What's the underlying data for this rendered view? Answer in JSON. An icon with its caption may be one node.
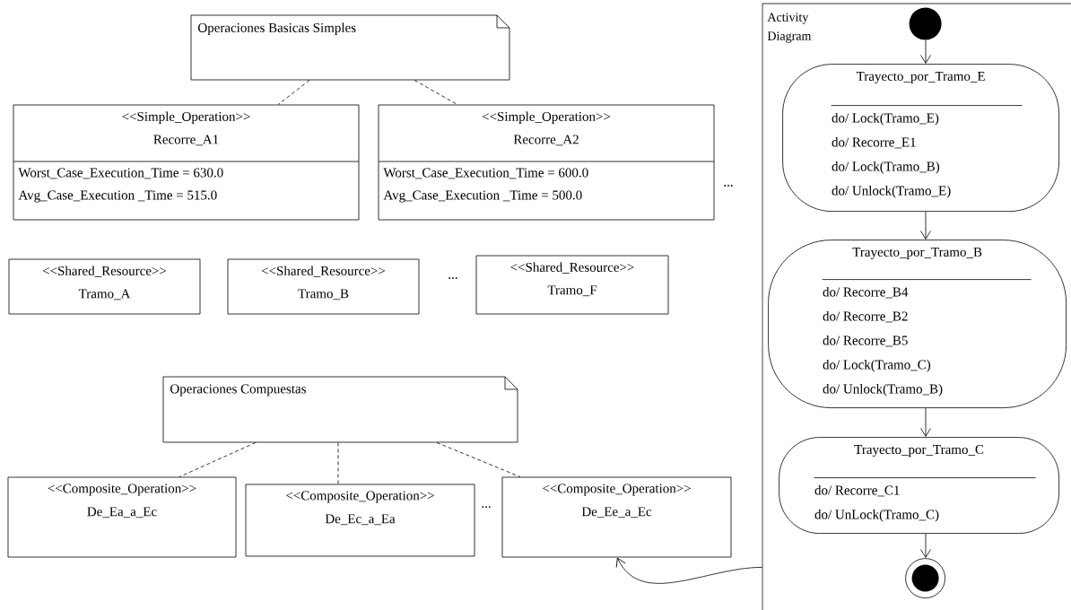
{
  "diagram": {
    "nodes": [
      {
        "text": [
          "Operaciones Basicas Simples"
        ]
      },
      {
        "text": [
          "<<Simple_Operation>>",
          "Recorre_A1",
          "Worst_Case_Execution_Time = 630.0",
          "Avg_Case_Execution _Time = 515.0"
        ]
      },
      {
        "text": [
          "<<Simple_Operation>>",
          "Recorre_A2",
          "Worst_Case_Execution_Time = 600.0",
          "Avg_Case_Execution _Time = 500.0"
        ]
      },
      {
        "text": [
          "<<Shared_Resource>>",
          "Tramo_A"
        ]
      },
      {
        "text": [
          "<<Shared_Resource>>",
          "Tramo_B"
        ]
      },
      {
        "text": [
          "<<Shared_Resource>>",
          "Tramo_F"
        ]
      },
      {
        "text": [
          "Operaciones Compuestas"
        ]
      },
      {
        "text": [
          "<<Composite_Operation>>",
          "De_Ea_a_Ec"
        ]
      },
      {
        "text": [
          "<<Composite_Operation>>",
          "De_Ec_a_Ea"
        ]
      },
      {
        "text": [
          "<<Composite_Operation>>",
          "De_Ee_a_Ec"
        ]
      },
      {
        "text": [
          "Activity Diagram"
        ]
      },
      {
        "text": [],
        "shape": "circle",
        "in": 10
      },
      {
        "text": [
          "Trayecto_por_Tramo_E",
          "do/ Lock(Tramo_E)",
          "do/ Recorre_E1",
          "do/ Lock(Tramo_B)",
          "do/ Unlock(Tramo_E)"
        ],
        "in": 10
      },
      {
        "text": [
          "Trayecto_por_Tramo_B",
          "do/ Recorre_B4",
          "do/ Recorre_B2",
          "do/ Recorre_B5",
          "do/ Lock(Tramo_C)",
          "do/ Unlock(Tramo_B)"
        ],
        "in": 10
      },
      {
        "text": [
          "Trayecto_por_Tramo_C",
          "do/ Recorre_C1",
          "do/ UnLock(Tramo_C)"
        ],
        "in": 10
      },
      {
        "text": [],
        "shape": "circle",
        "in": 10
      }
    ],
    "edges": [
      {
        "from": 0,
        "to": 1,
        "arrow": "none",
        "style": "dashed"
      },
      {
        "from": 0,
        "to": 2,
        "arrow": "none",
        "style": "dashed"
      },
      {
        "from": 6,
        "to": 7,
        "arrow": "none",
        "style": "dashed"
      },
      {
        "from": 6,
        "to": 8,
        "arrow": "none",
        "style": "dashed"
      },
      {
        "from": 6,
        "to": 9,
        "arrow": "none",
        "style": "dashed"
      },
      {
        "from": 11,
        "to": 12,
        "arrow": "to"
      },
      {
        "from": 12,
        "to": 13,
        "arrow": "to"
      },
      {
        "from": 13,
        "to": 14,
        "arrow": "to"
      },
      {
        "from": 14,
        "to": 15,
        "arrow": "to"
      },
      {
        "from": 10,
        "to": 9,
        "arrow": "to"
      }
    ],
    "labels": [
      "...",
      "...",
      "..."
    ]
  }
}
